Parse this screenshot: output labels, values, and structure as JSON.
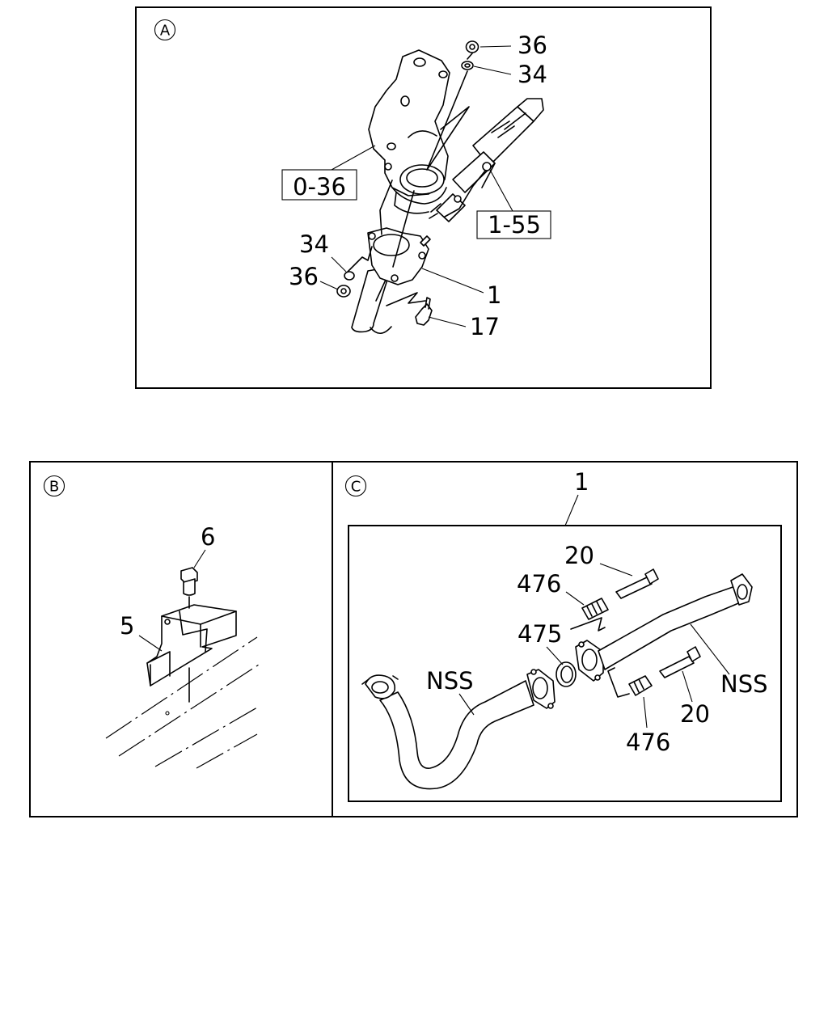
{
  "panels": {
    "a": {
      "letter": "A",
      "refs": [
        "0-36",
        "1-55"
      ],
      "callouts": [
        "36",
        "34",
        "34",
        "36",
        "1",
        "17"
      ]
    },
    "b": {
      "letter": "B",
      "callouts": [
        "6",
        "5"
      ]
    },
    "c": {
      "letter": "C",
      "assembly_callout": "1",
      "callouts": [
        "20",
        "476",
        "475",
        "NSS",
        "NSS",
        "20",
        "476"
      ]
    }
  }
}
